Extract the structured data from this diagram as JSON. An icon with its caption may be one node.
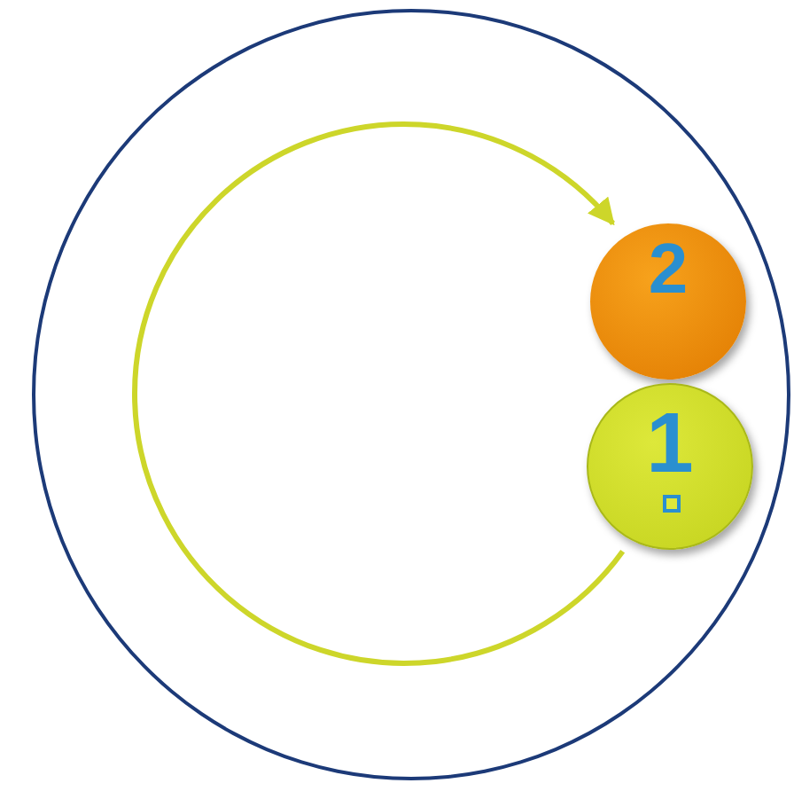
{
  "diagram": {
    "nodes": [
      {
        "text": [],
        "shape": "circle"
      },
      {
        "text": [
          "2"
        ],
        "in": 0
      },
      {
        "text": [
          "1"
        ],
        "in": 0
      }
    ],
    "edges": [
      {
        "from": 2,
        "to": 1,
        "arrow": "to"
      }
    ]
  }
}
